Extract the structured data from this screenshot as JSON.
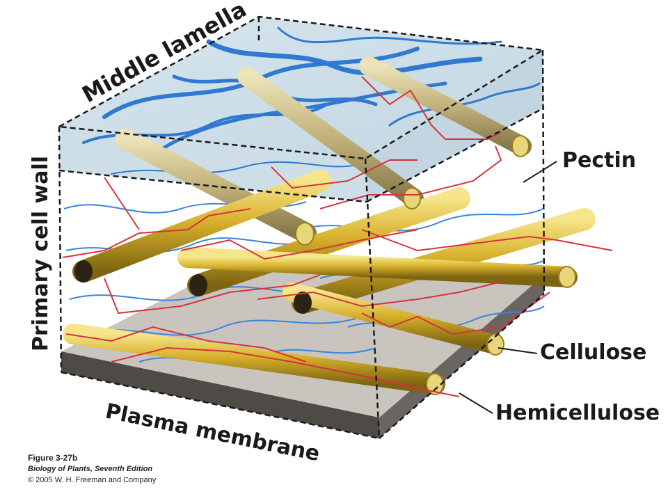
{
  "labels": {
    "middle_lamella": "Middle lamella",
    "primary_cell_wall": "Primary cell wall",
    "pectin": "Pectin",
    "cellulose": "Cellulose",
    "hemicellulose": "Hemicellulose",
    "plasma_membrane": "Plasma membrane"
  },
  "caption": {
    "figure": "Figure 3-27b",
    "book": "Biology of Plants, Seventh Edition",
    "copyright": "© 2005 W. H. Freeman and Company"
  },
  "colors": {
    "pectin": "#3a7fd0",
    "hemicellulose": "#d8323a",
    "cellulose": "#d9b431",
    "middle_lamella": "#cfe0ea",
    "membrane": "#5a5652"
  }
}
